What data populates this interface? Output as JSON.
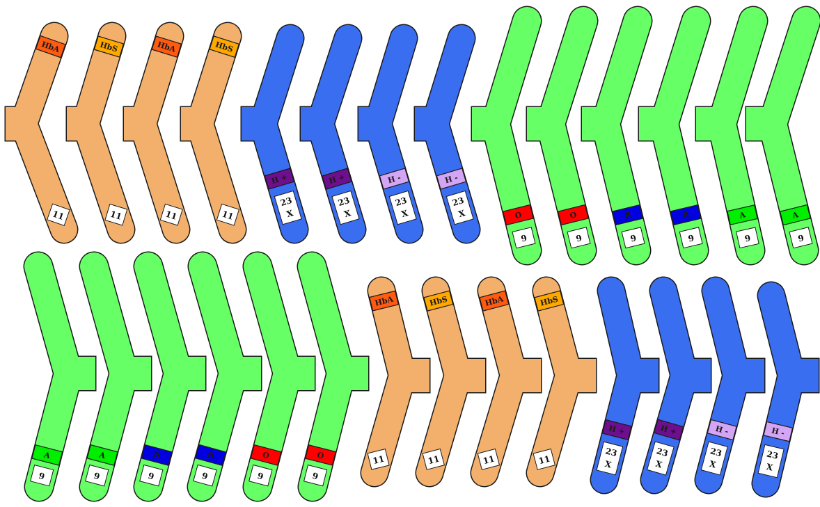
{
  "colors": {
    "chr11_body": "#f2b06c",
    "chr23_body": "#3a6ef0",
    "chr9_body": "#66ff66",
    "HbA": "#ff5a10",
    "HbS": "#ffa800",
    "H_plus": "#6e0f8e",
    "H_minus": "#d4a5f5",
    "O": "#ff0000",
    "B": "#0000e0",
    "A": "#00ee00",
    "number_box": "#ffffff"
  },
  "chromosomes": [
    {
      "body": "chr11_body",
      "allele": "HbA",
      "allele_color": "HbA",
      "number": "11"
    },
    {
      "body": "chr11_body",
      "allele": "HbS",
      "allele_color": "HbS",
      "number": "11"
    },
    {
      "body": "chr11_body",
      "allele": "HbA",
      "allele_color": "HbA",
      "number": "11"
    },
    {
      "body": "chr11_body",
      "allele": "HbS",
      "allele_color": "HbS",
      "number": "11"
    },
    {
      "body": "chr23_body",
      "allele": "H +",
      "allele_color": "H_plus",
      "number": "23",
      "number_line2": "X"
    },
    {
      "body": "chr23_body",
      "allele": "H +",
      "allele_color": "H_plus",
      "number": "23",
      "number_line2": "X"
    },
    {
      "body": "chr23_body",
      "allele": "H -",
      "allele_color": "H_minus",
      "number": "23",
      "number_line2": "X"
    },
    {
      "body": "chr23_body",
      "allele": "H -",
      "allele_color": "H_minus",
      "number": "23",
      "number_line2": "X"
    },
    {
      "body": "chr9_body",
      "allele": "O",
      "allele_color": "O",
      "number": "9"
    },
    {
      "body": "chr9_body",
      "allele": "O",
      "allele_color": "O",
      "number": "9"
    },
    {
      "body": "chr9_body",
      "allele": "B",
      "allele_color": "B",
      "number": "9"
    },
    {
      "body": "chr9_body",
      "allele": "B",
      "allele_color": "B",
      "number": "9"
    },
    {
      "body": "chr9_body",
      "allele": "A",
      "allele_color": "A",
      "number": "9"
    },
    {
      "body": "chr9_body",
      "allele": "A",
      "allele_color": "A",
      "number": "9"
    },
    {
      "body": "chr9_body",
      "allele": "A",
      "allele_color": "A",
      "number": "9"
    },
    {
      "body": "chr9_body",
      "allele": "A",
      "allele_color": "A",
      "number": "9"
    },
    {
      "body": "chr9_body",
      "allele": "B",
      "allele_color": "B",
      "number": "9"
    },
    {
      "body": "chr9_body",
      "allele": "B",
      "allele_color": "B",
      "number": "9"
    },
    {
      "body": "chr9_body",
      "allele": "O",
      "allele_color": "O",
      "number": "9"
    },
    {
      "body": "chr9_body",
      "allele": "O",
      "allele_color": "O",
      "number": "9"
    },
    {
      "body": "chr11_body",
      "allele": "HbA",
      "allele_color": "HbA",
      "number": "11"
    },
    {
      "body": "chr11_body",
      "allele": "HbS",
      "allele_color": "HbS",
      "number": "11"
    },
    {
      "body": "chr11_body",
      "allele": "HbA",
      "allele_color": "HbA",
      "number": "11"
    },
    {
      "body": "chr11_body",
      "allele": "HbS",
      "allele_color": "HbS",
      "number": "11"
    },
    {
      "body": "chr23_body",
      "allele": "H +",
      "allele_color": "H_plus",
      "number": "23",
      "number_line2": "X"
    },
    {
      "body": "chr23_body",
      "allele": "H +",
      "allele_color": "H_plus",
      "number": "23",
      "number_line2": "X"
    },
    {
      "body": "chr23_body",
      "allele": "H -",
      "allele_color": "H_minus",
      "number": "23",
      "number_line2": "X"
    },
    {
      "body": "chr23_body",
      "allele": "H -",
      "allele_color": "H_minus",
      "number": "23",
      "number_line2": "X"
    }
  ]
}
